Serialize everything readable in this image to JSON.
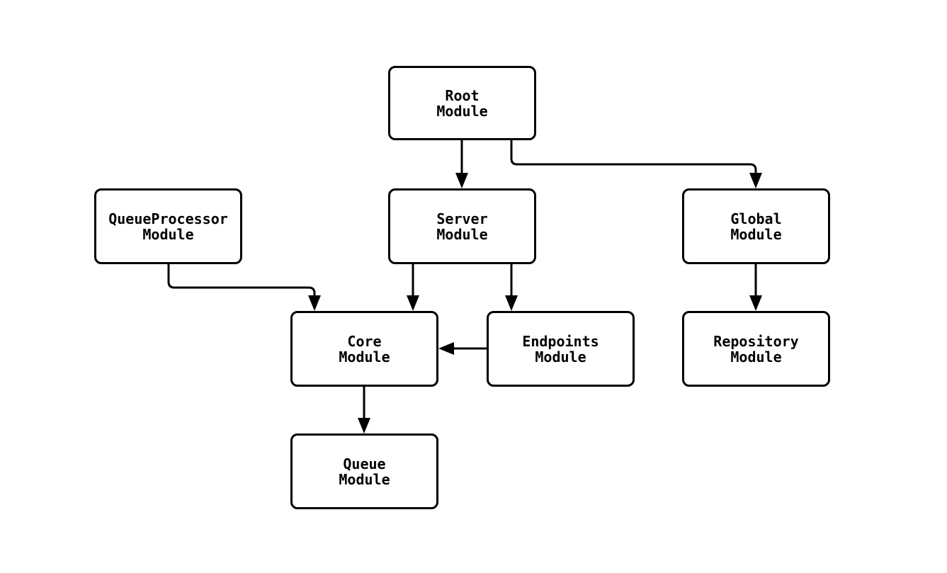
{
  "diagram": {
    "type": "module-dependency-graph",
    "background_color": "#ffffff",
    "stroke_color": "#000000",
    "node_fill_color": "#ffffff",
    "node_text_color": "#000000",
    "nodes": {
      "root": {
        "label": "Root\nModule"
      },
      "queueprocessor": {
        "label": "QueueProcessor\nModule"
      },
      "server": {
        "label": "Server\nModule"
      },
      "global": {
        "label": "Global\nModule"
      },
      "core": {
        "label": "Core\nModule"
      },
      "endpoints": {
        "label": "Endpoints\nModule"
      },
      "repository": {
        "label": "Repository\nModule"
      },
      "queue": {
        "label": "Queue\nModule"
      }
    },
    "edges": [
      {
        "from": "Root Module",
        "to": "Server Module"
      },
      {
        "from": "Root Module",
        "to": "Global Module"
      },
      {
        "from": "QueueProcessor Module",
        "to": "Core Module"
      },
      {
        "from": "Server Module",
        "to": "Core Module"
      },
      {
        "from": "Server Module",
        "to": "Endpoints Module"
      },
      {
        "from": "Endpoints Module",
        "to": "Core Module"
      },
      {
        "from": "Global Module",
        "to": "Repository Module"
      },
      {
        "from": "Core Module",
        "to": "Queue Module"
      }
    ]
  }
}
